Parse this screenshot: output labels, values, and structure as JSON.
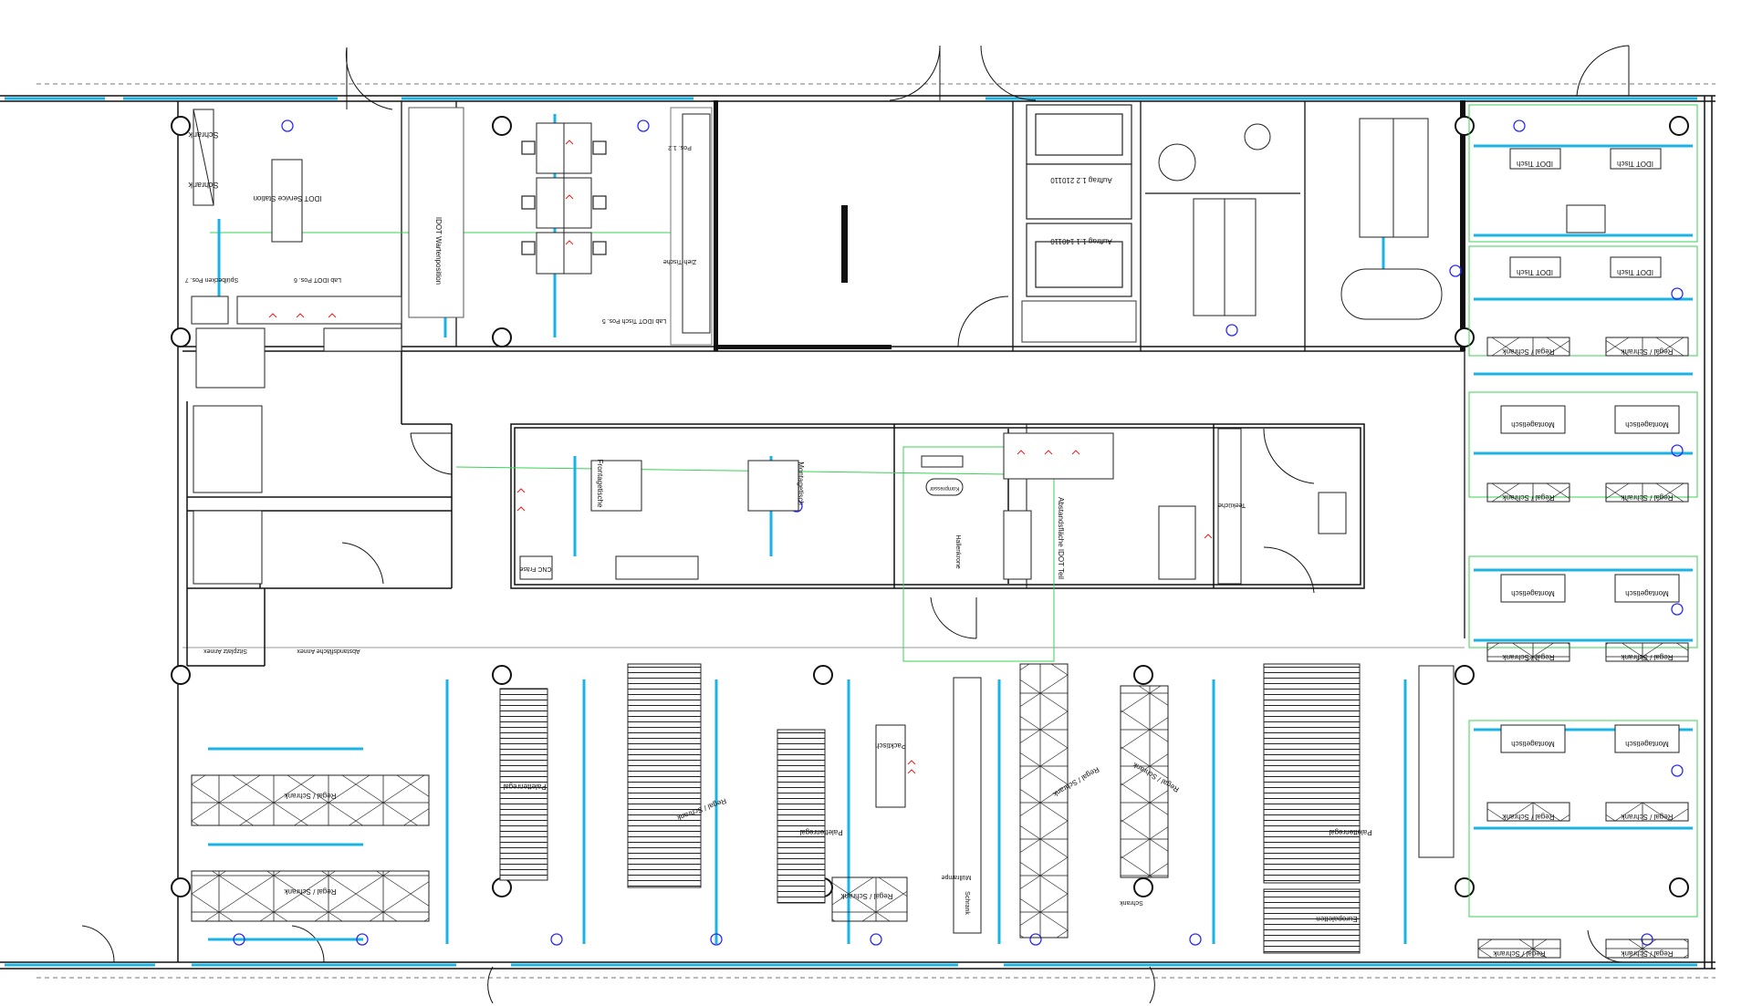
{
  "colors": {
    "wall": "#111111",
    "line": "#333333",
    "blue": "#19b3e6",
    "green": "#39d353",
    "red": "#e02020",
    "circle": "#2a2aff"
  },
  "icons": [
    "column-icon",
    "outlet-circle-icon",
    "chair-icon",
    "door-swing-icon",
    "sink-icon",
    "wc-icon"
  ],
  "rooms": {
    "schrank_1": "Schrank",
    "schrank_2": "Schrank",
    "service_station": "IDOT Service Station",
    "spuele": "Spülbecken Pos. 7",
    "lab_idot_pos6": "Lab IDOT Pos. 6",
    "wartenposition": "IDOT Wartenposition",
    "lab_idot_tisch": "Lab IDOT Tisch Pos. 5",
    "pos12": "Pos. 1.2",
    "ziehtische": "Zieh-Tische",
    "auftrag12": "Auftrag 1.2  210110",
    "auftrag11": "Auftrag 1.1  140110",
    "idot_tisch_1": "IDOT Tisch",
    "idot_tisch_2": "IDOT Tisch",
    "idot_tisch_3": "IDOT Tisch",
    "idot_tisch_4": "IDOT Tisch",
    "regal_schrank_r1a": "Regal / Schrank",
    "regal_schrank_r1b": "Regal / Schrank",
    "regal_schrank_r2a": "Regal / Schrank",
    "regal_schrank_r2b": "Regal / Schrank",
    "regal_schrank_r3a": "Regal / Schrank",
    "regal_schrank_r3b": "Regal / Schrank",
    "regal_schrank_r4a": "Regal / Schrank",
    "regal_schrank_r4b": "Regal / Schrank",
    "montagetisch_1": "Montagetisch",
    "montagetisch_2": "Montagetisch",
    "montagetisch_3": "Montagetisch",
    "montagetisch_4": "Montagetisch",
    "montagetisch_5": "Montagetisch",
    "montagetisch_6": "Montagetisch",
    "frontagetische": "Frontagetische",
    "montagetisch_c": "Montagetisch",
    "cnc_fraese": "CNC Fräse",
    "kompressor": "Kompressor",
    "abstandsfläche": "Abstandsfläche IDOT Teil",
    "hallenkrone": "Hallenkrone",
    "teeküche": "Teeküche",
    "sitzplatz": "Sitzplatz Annex",
    "abstandsflaeche_annex": "Abstandsfläche Annex",
    "regal_schrank_l1": "Regal / Schrank",
    "regal_schrank_l2": "Regal / Schrank",
    "palettenregal_1": "Palettenregal",
    "regal_schrank_m1": "Regal / Schrank",
    "palettenregal_2": "Palettenregal",
    "packtisch": "Packtisch",
    "regal_schrank_m2": "Regal / Schrank",
    "schrank_m": "Schrank",
    "muellrampe": "Müllrampe",
    "regal_schrank_m3": "Regal / Schrank",
    "regal_schrank_m4": "Regal / Schrank",
    "schrank_m2": "Schrank",
    "palettenregal_3": "Palettenregal",
    "europaletten": "Europaletten",
    "regal_schrank_br1": "Regal / Schrank",
    "regal_schrank_br2": "Regal / Schrank"
  }
}
